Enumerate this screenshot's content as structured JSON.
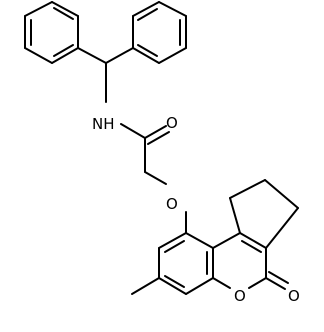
{
  "molecule": {
    "atom_labels": {
      "nh": "NH",
      "carbonyl_o": "O",
      "ether_o": "O",
      "ring_o": "O",
      "lactone_o": "O"
    }
  }
}
